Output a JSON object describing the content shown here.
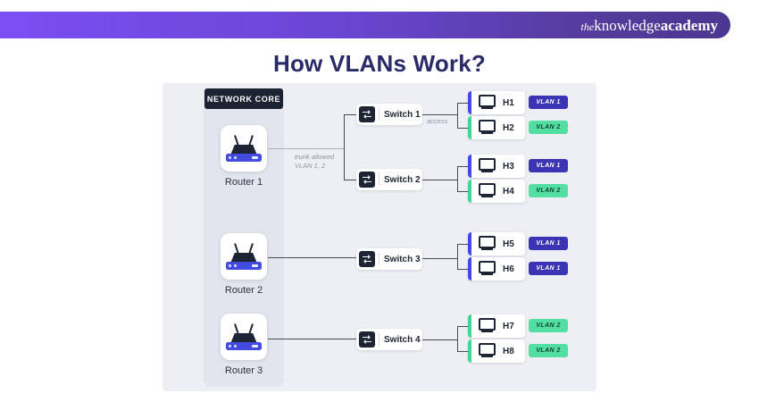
{
  "header": {
    "logo": {
      "prefix": "the",
      "word": "knowledge",
      "suffix": "academy"
    }
  },
  "title": "How VLANs Work?",
  "diagram": {
    "network_core_label": "NETWORK CORE",
    "routers": [
      {
        "label": "Router 1"
      },
      {
        "label": "Router 2"
      },
      {
        "label": "Router 3"
      }
    ],
    "switches": [
      {
        "label": "Switch 1"
      },
      {
        "label": "Switch 2"
      },
      {
        "label": "Switch 3"
      },
      {
        "label": "Switch 4"
      }
    ],
    "hosts": [
      {
        "label": "H1",
        "vlan_label": "VLAN 1",
        "vlan": "v1"
      },
      {
        "label": "H2",
        "vlan_label": "VLAN 2",
        "vlan": "v2"
      },
      {
        "label": "H3",
        "vlan_label": "VLAN 1",
        "vlan": "v1"
      },
      {
        "label": "H4",
        "vlan_label": "VLAN 2",
        "vlan": "v2"
      },
      {
        "label": "H5",
        "vlan_label": "VLAN 1",
        "vlan": "v1"
      },
      {
        "label": "H6",
        "vlan_label": "VLAN 1",
        "vlan": "v1"
      },
      {
        "label": "H7",
        "vlan_label": "VLAN 2",
        "vlan": "v2"
      },
      {
        "label": "H8",
        "vlan_label": "VLAN 2",
        "vlan": "v2"
      }
    ],
    "edge_labels": {
      "trunk_line1": "trunk allowed",
      "trunk_line2": "VLAN 1, 2",
      "access": "access"
    }
  },
  "colors": {
    "header_gradient_start": "#7b4ef2",
    "header_gradient_end": "#4b3790",
    "vlan1_badge": "#3b34b4",
    "vlan2_badge": "#52dfa1",
    "vlan1_bar": "#4347e6",
    "vlan2_bar": "#3ed794",
    "navy": "#1d2433",
    "title_color": "#2b2a69"
  }
}
